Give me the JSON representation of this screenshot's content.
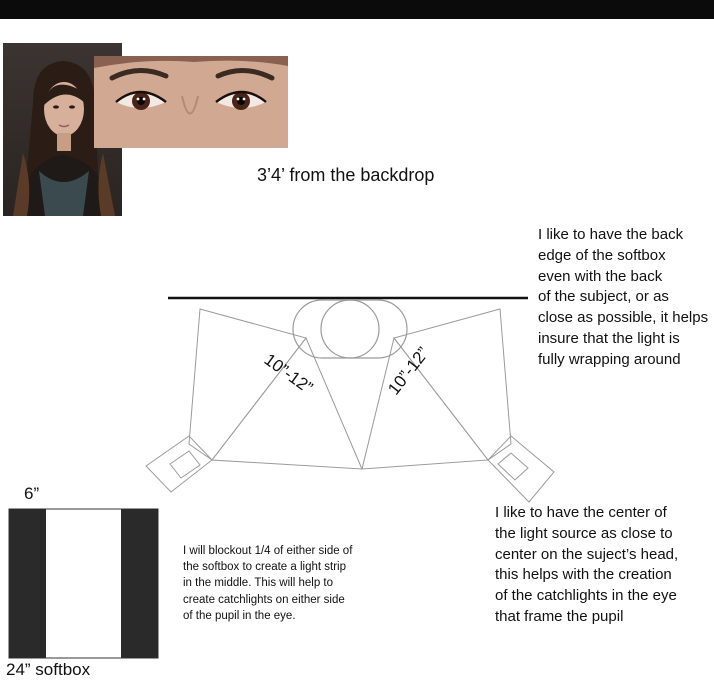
{
  "diagram": {
    "backdrop_distance": "3’4’ from the backdrop",
    "softbox_distance_left": "10”-12”",
    "softbox_distance_right": "10”-12”",
    "note_back_edge": [
      "I like to have the back",
      "edge of the softbox",
      "even with the back",
      "of the subject, or as",
      "close as possible, it helps",
      "insure that the light is",
      "fully wrapping around"
    ],
    "note_center": [
      "I like to have the center of",
      "the light source as close to",
      "center on the suject’s head,",
      "this helps with the creation",
      "of the catchlights in the eye",
      "that frame the pupil"
    ],
    "note_blockout": [
      "I will blockout 1/4 of either side of",
      "the softbox to create a light strip",
      "in the middle. This will help to",
      "create catchlights on either side",
      "of the pupil in the eye."
    ],
    "softbox_strip_width": "6”",
    "softbox_size": "24” softbox"
  },
  "colors": {
    "bar": "#0b0b0b",
    "lines": "#9a9a9a",
    "blockout": "#2a2a2a"
  }
}
